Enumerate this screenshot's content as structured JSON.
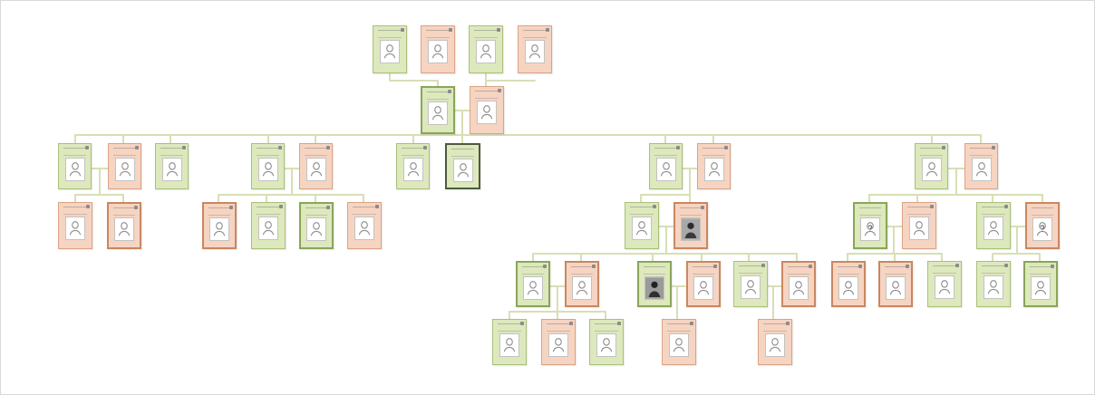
{
  "view": {
    "colors": {
      "male_fill": "#dde8bd",
      "male_border": "#aac07a",
      "female_fill": "#f6d4c2",
      "female_border": "#dca285",
      "connector": "#d8dfb5",
      "selected_border": "#4d5a3f"
    }
  },
  "tree": {
    "people": [
      {
        "id": "p1",
        "gender": "male",
        "photo": "placeholder",
        "badge": true
      },
      {
        "id": "p2",
        "gender": "female",
        "photo": "placeholder",
        "badge": true
      },
      {
        "id": "p3",
        "gender": "male",
        "photo": "placeholder",
        "badge": true
      },
      {
        "id": "p4",
        "gender": "female",
        "photo": "placeholder",
        "badge": true
      },
      {
        "id": "p5",
        "gender": "male",
        "photo": "placeholder",
        "badge": true,
        "emphasis": "strong"
      },
      {
        "id": "p6",
        "gender": "female",
        "photo": "placeholder",
        "badge": true
      },
      {
        "id": "a1",
        "gender": "male",
        "photo": "placeholder",
        "badge": true
      },
      {
        "id": "a2",
        "gender": "female",
        "photo": "placeholder",
        "badge": true
      },
      {
        "id": "a3",
        "gender": "male",
        "photo": "placeholder",
        "badge": true
      },
      {
        "id": "a4",
        "gender": "male",
        "photo": "placeholder",
        "badge": true
      },
      {
        "id": "a5",
        "gender": "female",
        "photo": "placeholder",
        "badge": true
      },
      {
        "id": "a6",
        "gender": "male",
        "photo": "placeholder",
        "badge": true
      },
      {
        "id": "a7",
        "gender": "male",
        "photo": "placeholder",
        "badge": false,
        "emphasis": "selected"
      },
      {
        "id": "a8",
        "gender": "male",
        "photo": "placeholder",
        "badge": true
      },
      {
        "id": "a9",
        "gender": "female",
        "photo": "placeholder",
        "badge": true
      },
      {
        "id": "a10",
        "gender": "male",
        "photo": "placeholder",
        "badge": true
      },
      {
        "id": "a11",
        "gender": "female",
        "photo": "placeholder",
        "badge": true
      },
      {
        "id": "b1",
        "gender": "female",
        "photo": "placeholder",
        "badge": true
      },
      {
        "id": "b2",
        "gender": "female",
        "photo": "placeholder",
        "badge": true,
        "emphasis": "strong"
      },
      {
        "id": "b3",
        "gender": "female",
        "photo": "placeholder",
        "badge": true,
        "emphasis": "strong"
      },
      {
        "id": "b4",
        "gender": "male",
        "photo": "placeholder",
        "badge": true
      },
      {
        "id": "b5",
        "gender": "male",
        "photo": "placeholder",
        "badge": true,
        "emphasis": "strong"
      },
      {
        "id": "b6",
        "gender": "female",
        "photo": "placeholder",
        "badge": true
      },
      {
        "id": "b7",
        "gender": "male",
        "photo": "placeholder",
        "badge": true
      },
      {
        "id": "b8",
        "gender": "female",
        "photo": "photo",
        "badge": true,
        "emphasis": "strong"
      },
      {
        "id": "b9",
        "gender": "male",
        "photo": "unknown",
        "badge": false,
        "emphasis": "strong"
      },
      {
        "id": "b10",
        "gender": "female",
        "photo": "placeholder",
        "badge": true
      },
      {
        "id": "b11",
        "gender": "male",
        "photo": "placeholder",
        "badge": true
      },
      {
        "id": "b12",
        "gender": "female",
        "photo": "unknown",
        "badge": false,
        "emphasis": "strong"
      },
      {
        "id": "c1",
        "gender": "male",
        "photo": "placeholder",
        "badge": true,
        "emphasis": "strong"
      },
      {
        "id": "c2",
        "gender": "female",
        "photo": "placeholder",
        "badge": true,
        "emphasis": "strong"
      },
      {
        "id": "c3",
        "gender": "male",
        "photo": "photo",
        "badge": false,
        "emphasis": "strong"
      },
      {
        "id": "c4",
        "gender": "female",
        "photo": "placeholder",
        "badge": true,
        "emphasis": "strong"
      },
      {
        "id": "c5",
        "gender": "male",
        "photo": "placeholder",
        "badge": true
      },
      {
        "id": "c6",
        "gender": "female",
        "photo": "placeholder",
        "badge": true,
        "emphasis": "strong"
      },
      {
        "id": "c7",
        "gender": "female",
        "photo": "placeholder",
        "badge": true,
        "emphasis": "strong"
      },
      {
        "id": "c8",
        "gender": "female",
        "photo": "placeholder",
        "badge": true,
        "emphasis": "strong"
      },
      {
        "id": "c9",
        "gender": "male",
        "photo": "placeholder",
        "badge": true
      },
      {
        "id": "c10",
        "gender": "male",
        "photo": "placeholder",
        "badge": true
      },
      {
        "id": "c11",
        "gender": "male",
        "photo": "placeholder",
        "badge": true,
        "emphasis": "strong"
      },
      {
        "id": "d1",
        "gender": "male",
        "photo": "placeholder",
        "badge": true
      },
      {
        "id": "d2",
        "gender": "female",
        "photo": "placeholder",
        "badge": true
      },
      {
        "id": "d3",
        "gender": "male",
        "photo": "placeholder",
        "badge": true
      },
      {
        "id": "d4",
        "gender": "female",
        "photo": "placeholder",
        "badge": true
      },
      {
        "id": "d5",
        "gender": "female",
        "photo": "placeholder",
        "badge": true
      }
    ]
  }
}
